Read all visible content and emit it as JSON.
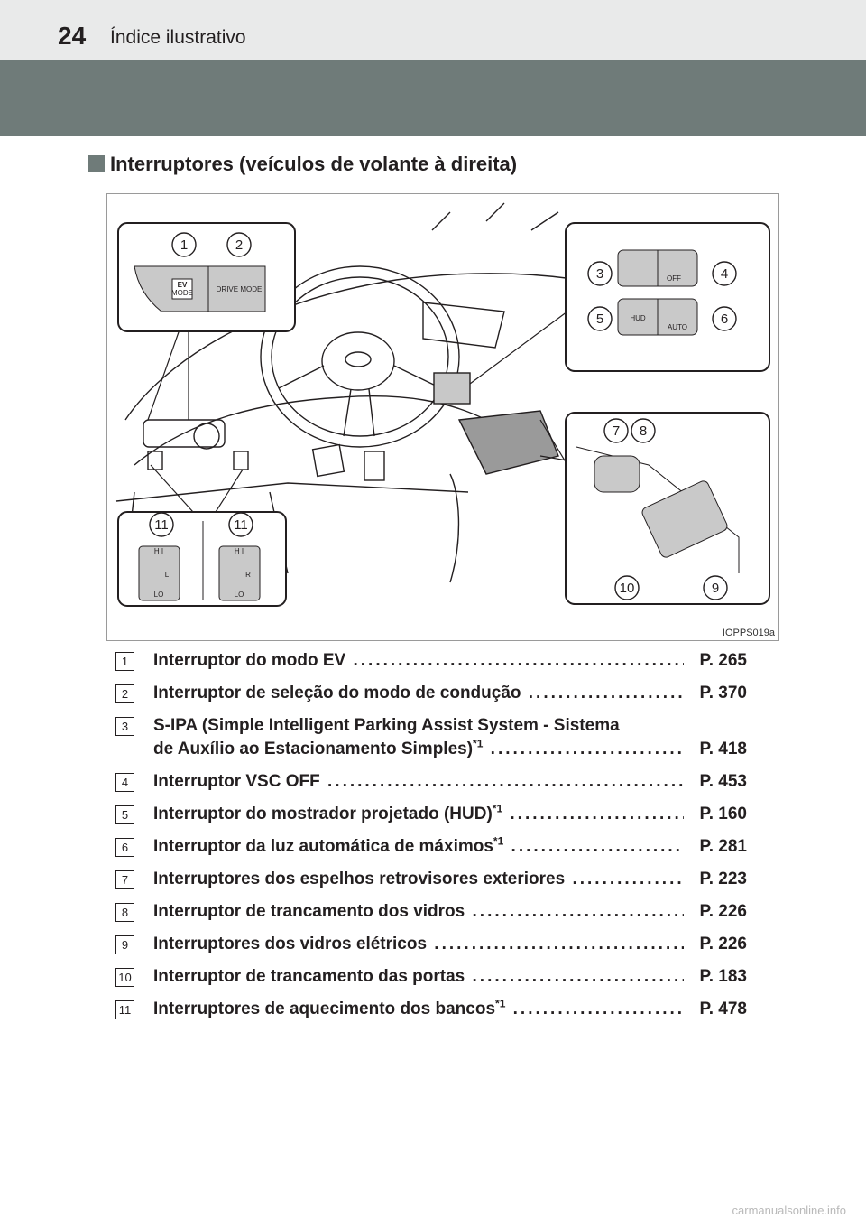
{
  "header": {
    "page_number": "24",
    "title": "Índice ilustrativo"
  },
  "section": {
    "title": "Interruptores (veículos de volante à direita)"
  },
  "figure": {
    "code": "IOPPS019a",
    "callouts": [
      "1",
      "2",
      "3",
      "4",
      "5",
      "6",
      "7",
      "8",
      "9",
      "10",
      "11",
      "11"
    ],
    "button_labels": {
      "ev": "EV",
      "ev_mode": "MODE",
      "drive_mode": "DRIVE MODE",
      "hud": "HUD",
      "auto": "AUTO",
      "off": "OFF",
      "hi": "H I",
      "lo": "LO",
      "l": "L",
      "r": "R"
    }
  },
  "items": [
    {
      "num": "1",
      "label": "Interruptor do modo EV",
      "sup": "",
      "page": "P. 265"
    },
    {
      "num": "2",
      "label": "Interruptor de seleção do modo de condução",
      "sup": "",
      "page": "P. 370"
    },
    {
      "num": "3",
      "label_line1": "S-IPA (Simple Intelligent Parking Assist System - Sistema",
      "label": "de Auxílio ao Estacionamento Simples)",
      "sup": "*1",
      "page": "P. 418"
    },
    {
      "num": "4",
      "label": "Interruptor VSC OFF",
      "sup": "",
      "page": "P. 453"
    },
    {
      "num": "5",
      "label": "Interruptor do mostrador projetado (HUD)",
      "sup": "*1",
      "page": "P. 160"
    },
    {
      "num": "6",
      "label": "Interruptor da luz automática de máximos",
      "sup": "*1",
      "page": "P. 281"
    },
    {
      "num": "7",
      "label": "Interruptores dos espelhos retrovisores exteriores",
      "sup": "",
      "page": "P. 223"
    },
    {
      "num": "8",
      "label": "Interruptor de trancamento dos vidros",
      "sup": "",
      "page": "P. 226"
    },
    {
      "num": "9",
      "label": "Interruptores dos vidros elétricos",
      "sup": "",
      "page": "P. 226"
    },
    {
      "num": "10",
      "label": "Interruptor de trancamento das portas",
      "sup": "",
      "page": "P. 183"
    },
    {
      "num": "11",
      "label": "Interruptores de aquecimento dos bancos",
      "sup": "*1",
      "page": "P. 478"
    }
  ],
  "watermark": "carmanualsonline.info"
}
